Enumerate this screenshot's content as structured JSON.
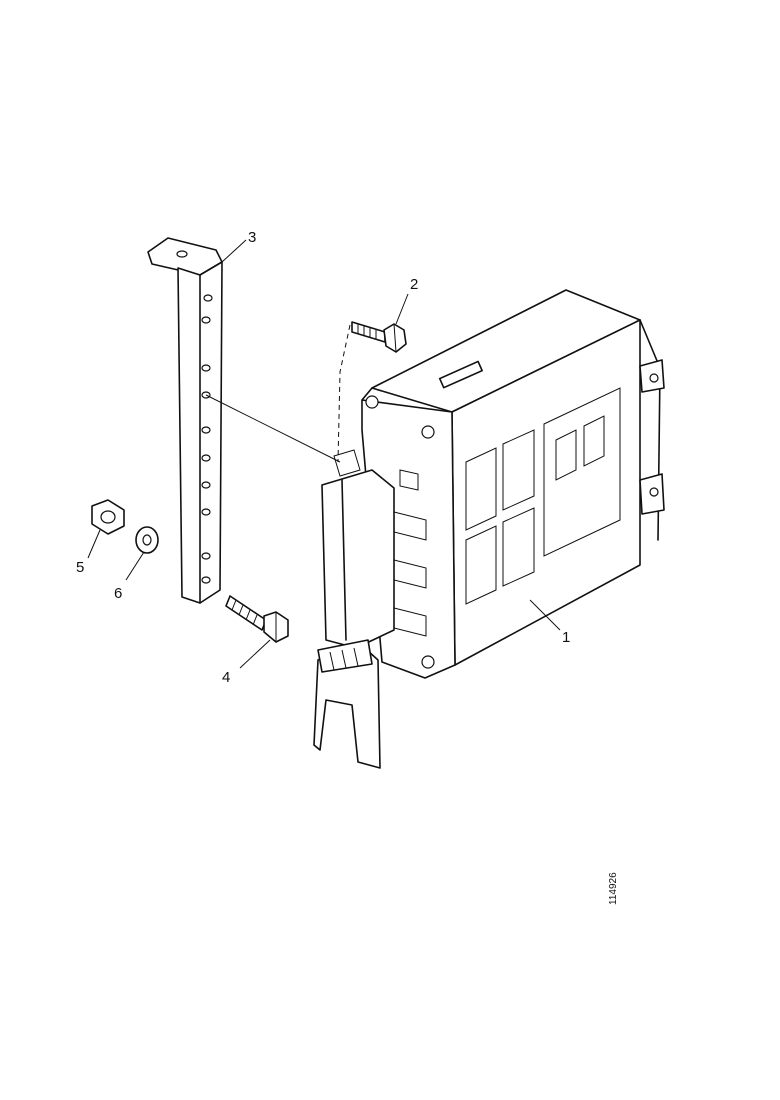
{
  "callouts": [
    {
      "id": "1",
      "label": "1"
    },
    {
      "id": "2",
      "label": "2"
    },
    {
      "id": "3",
      "label": "3"
    },
    {
      "id": "4",
      "label": "4"
    },
    {
      "id": "5",
      "label": "5"
    },
    {
      "id": "6",
      "label": "6"
    }
  ],
  "reference_code": "114926",
  "colors": {
    "line": "#111111",
    "background": "#ffffff"
  }
}
